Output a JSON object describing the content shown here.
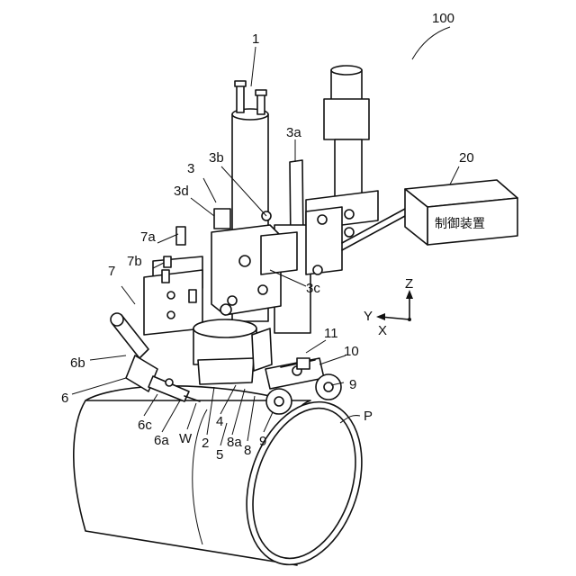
{
  "labels": {
    "l100": "100",
    "l1": "1",
    "l3a": "3a",
    "l20": "20",
    "l3": "3",
    "l3b": "3b",
    "l3d": "3d",
    "l7a": "7a",
    "l7b": "7b",
    "l7": "7",
    "l3c": "3c",
    "lZ": "Z",
    "lY": "Y",
    "lX": "X",
    "l11": "11",
    "l10": "10",
    "l9a": "9",
    "l9b": "9",
    "l6b": "6b",
    "l6": "6",
    "l6c": "6c",
    "l6a": "6a",
    "lW": "W",
    "l2": "2",
    "l4": "4",
    "l8a": "8a",
    "l8": "8",
    "l5": "5",
    "lP": "P"
  },
  "controller": {
    "text": "制御装置"
  }
}
